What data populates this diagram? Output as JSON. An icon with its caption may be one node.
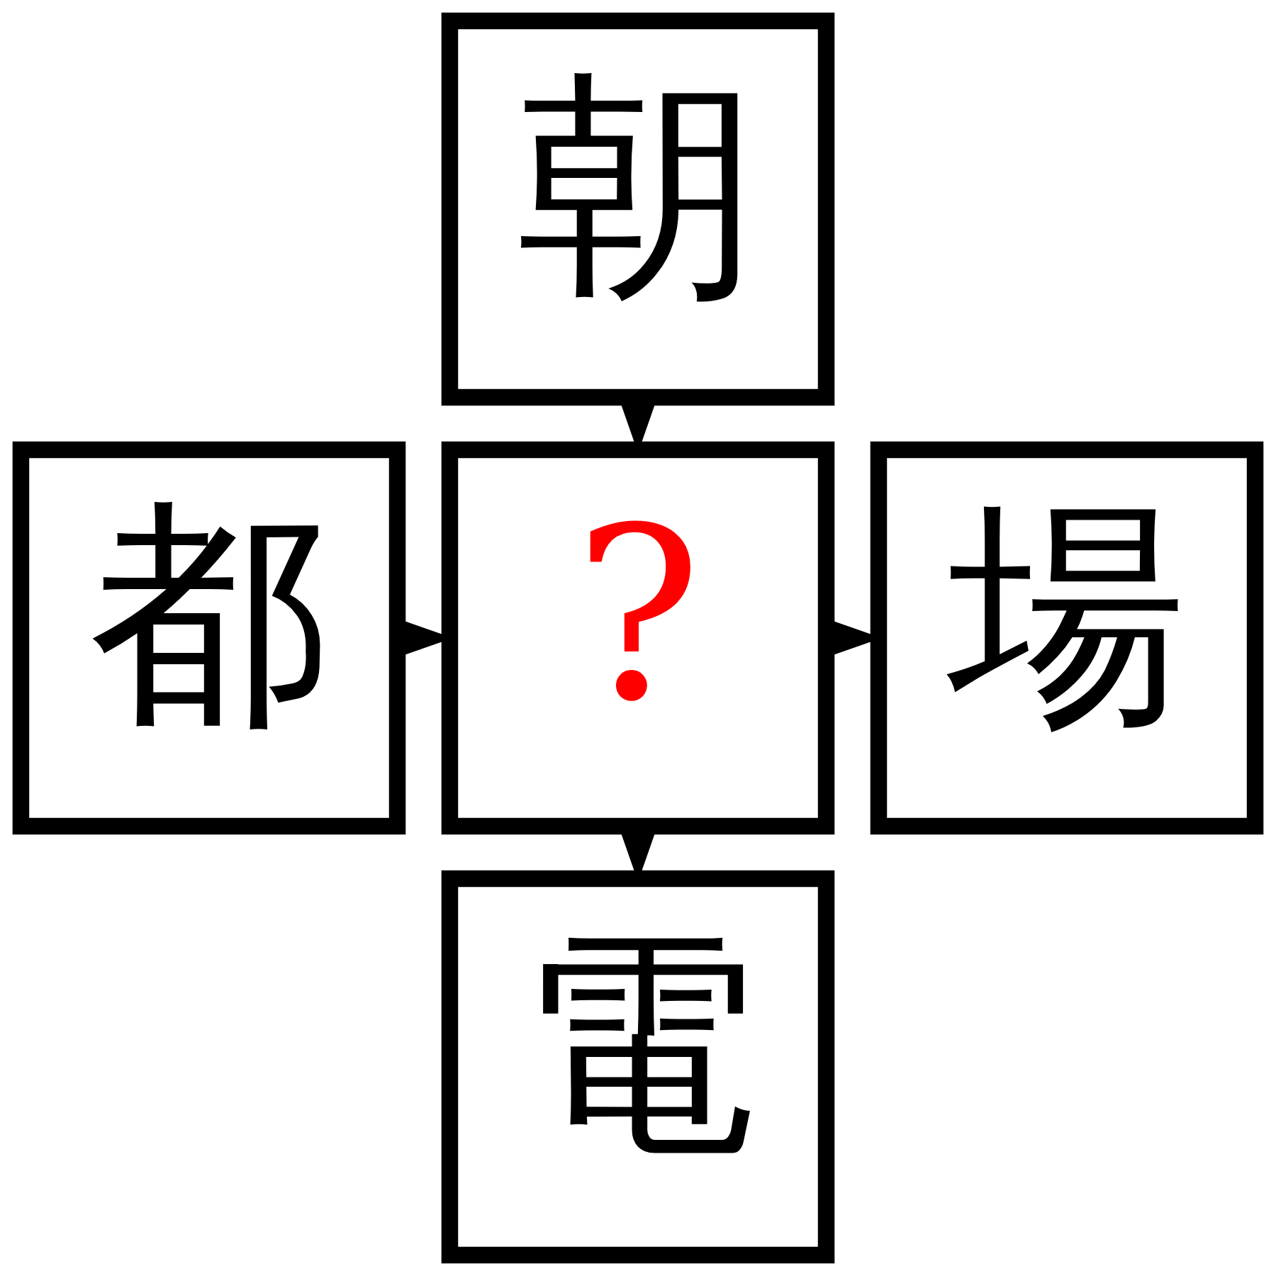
{
  "diagram": {
    "nodes": [
      {
        "text": [
          "朝"
        ]
      },
      {
        "text": [
          "都"
        ]
      },
      {
        "text": [
          "?"
        ]
      },
      {
        "text": [
          "場"
        ]
      },
      {
        "text": [
          "電"
        ]
      }
    ],
    "edges": [
      {
        "from": 0,
        "to": 2,
        "arrow": "to"
      },
      {
        "from": 1,
        "to": 2,
        "arrow": "to"
      },
      {
        "from": 2,
        "to": 3,
        "arrow": "to"
      },
      {
        "from": 2,
        "to": 4,
        "arrow": "to"
      }
    ]
  }
}
